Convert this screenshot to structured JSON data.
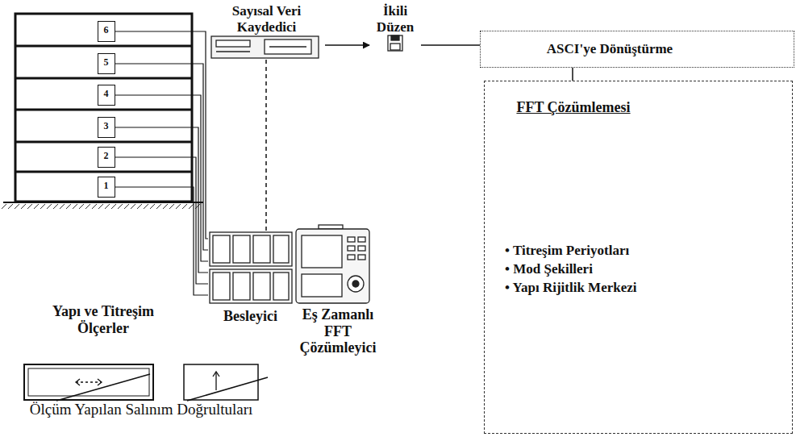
{
  "diagram": {
    "nodes": [
      {
        "text": [
          "Yapı ve Titreşim Ölçerler"
        ]
      },
      {
        "text": [
          "6"
        ],
        "in": 0
      },
      {
        "text": [
          "5"
        ],
        "in": 0
      },
      {
        "text": [
          "4"
        ],
        "in": 0
      },
      {
        "text": [
          "3"
        ],
        "in": 0
      },
      {
        "text": [
          "2"
        ],
        "in": 0
      },
      {
        "text": [
          "1"
        ],
        "in": 0
      },
      {
        "text": [
          "Sayısal Veri Kaydedici"
        ]
      },
      {
        "text": [
          "İkili Düzen"
        ]
      },
      {
        "text": [
          "ASCI'ye Dönüştürme"
        ]
      },
      {
        "text": [
          "Besleyici"
        ]
      },
      {
        "text": [
          "Eş Zamanlı FFT Çözümleyici"
        ]
      },
      {
        "text": [
          "FFT Çözümlemesi",
          "• Titreşim Periyotları",
          "• Mod Şekilleri",
          "• Yapı Rijitlik Merkezi"
        ]
      }
    ],
    "edges": [
      {
        "from": 1,
        "to": 10,
        "arrow": "none"
      },
      {
        "from": 2,
        "to": 10,
        "arrow": "none"
      },
      {
        "from": 3,
        "to": 10,
        "arrow": "none"
      },
      {
        "from": 4,
        "to": 10,
        "arrow": "none"
      },
      {
        "from": 5,
        "to": 10,
        "arrow": "none"
      },
      {
        "from": 6,
        "to": 10,
        "arrow": "none"
      },
      {
        "from": 7,
        "to": 10,
        "arrow": "none"
      },
      {
        "from": 7,
        "to": 8,
        "arrow": "to"
      },
      {
        "from": 8,
        "to": 9,
        "arrow": "none"
      },
      {
        "from": 9,
        "to": 12,
        "arrow": "none"
      }
    ],
    "labels": [
      "Ölçüm Yapılan Salınım Doğrultuları"
    ]
  }
}
